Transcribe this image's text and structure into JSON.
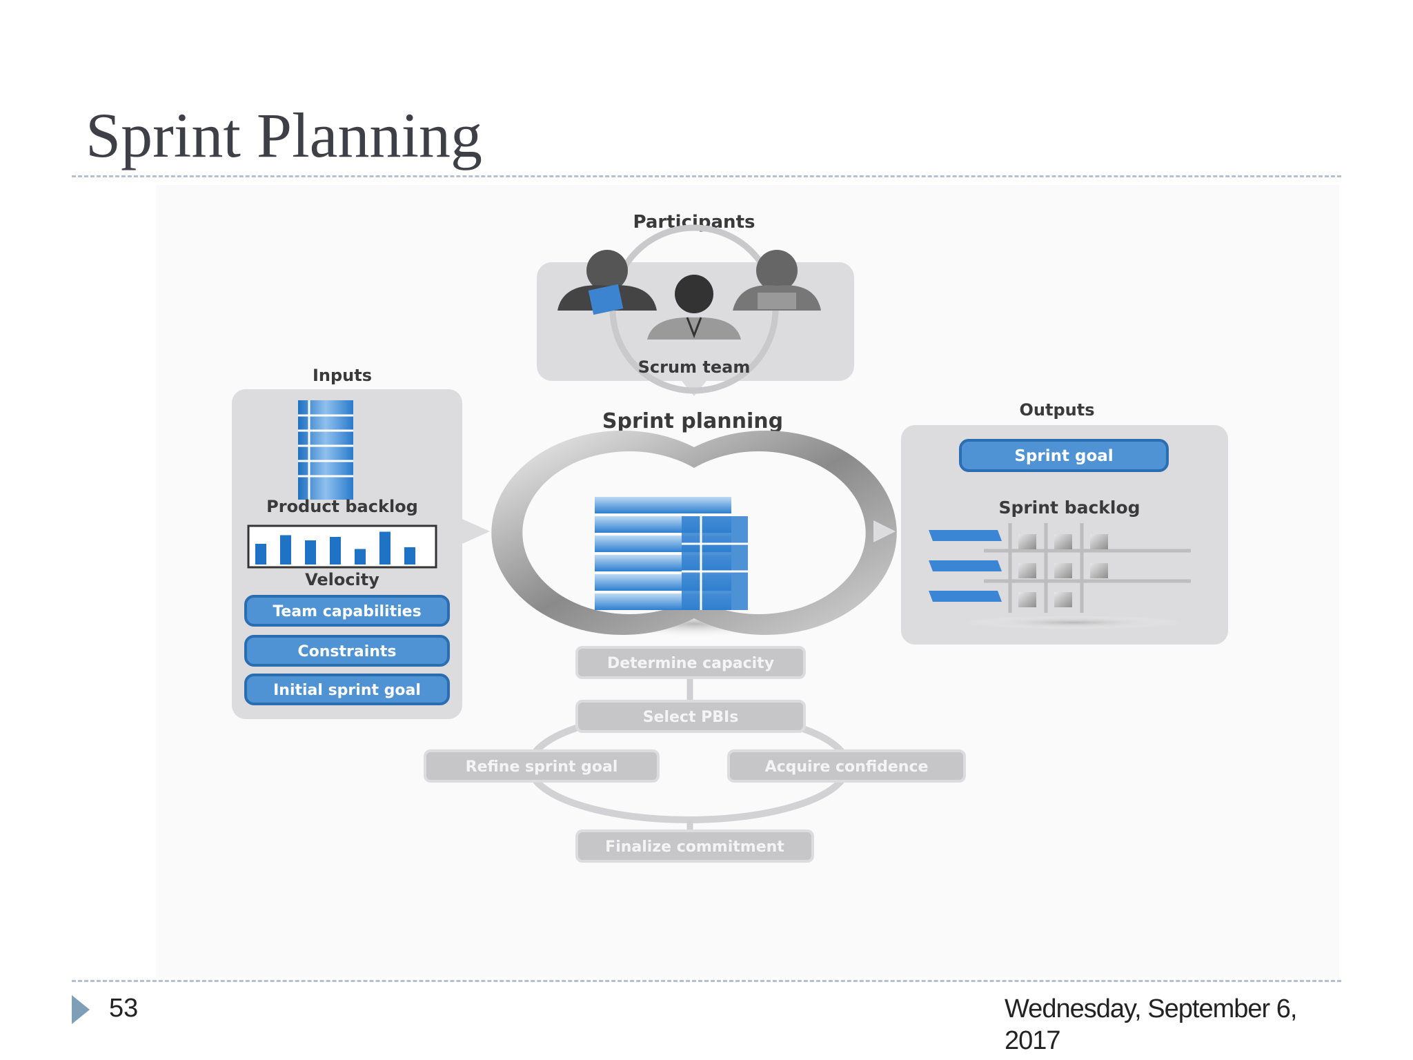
{
  "slide": {
    "title": "Sprint Planning",
    "page_number": "53",
    "date": "Wednesday, September 6, 2017"
  },
  "diagram": {
    "participants_label": "Participants",
    "scrum_team_label": "Scrum team",
    "center_label": "Sprint planning",
    "inputs": {
      "heading": "Inputs",
      "product_backlog": "Product backlog",
      "velocity": "Velocity",
      "velocity_bar_levels": [
        0.6,
        0.85,
        0.7,
        0.8,
        0.45,
        0.95,
        0.5
      ],
      "items": [
        "Team capabilities",
        "Constraints",
        "Initial sprint goal"
      ]
    },
    "outputs": {
      "heading": "Outputs",
      "sprint_goal": "Sprint goal",
      "sprint_backlog": "Sprint backlog"
    },
    "activities": {
      "determine_capacity": "Determine capacity",
      "select_pbis": "Select PBIs",
      "refine_sprint_goal": "Refine sprint goal",
      "acquire_confidence": "Acquire confidence",
      "finalize_commitment": "Finalize commitment"
    },
    "colors": {
      "accent_blue": "#4f93d4",
      "panel_grey": "#dcdcde",
      "activity_grey": "#c6c6c8"
    }
  }
}
